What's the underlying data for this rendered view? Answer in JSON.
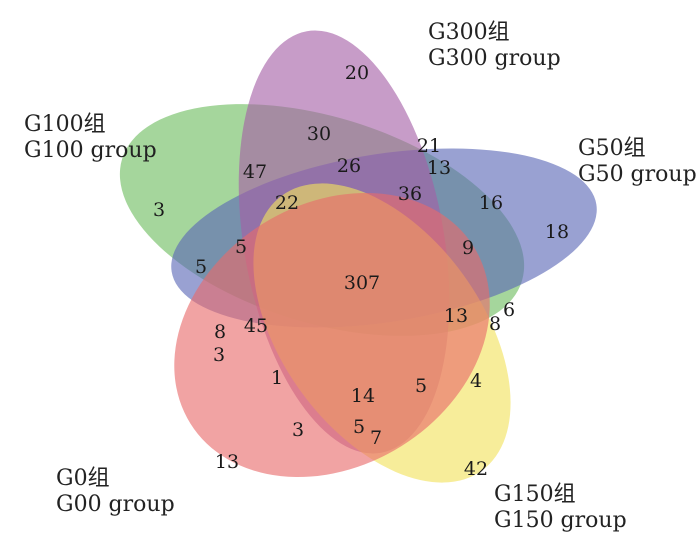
{
  "sets": [
    {
      "id": "G300",
      "title_cn": "G300组",
      "title_en": "G300 group",
      "color": "#A55FA6"
    },
    {
      "id": "G50",
      "title_cn": "G50组",
      "title_en": "G50 group",
      "color": "#5A67B6"
    },
    {
      "id": "G150",
      "title_cn": "G150组",
      "title_en": "G150 group",
      "color": "#F2E25C"
    },
    {
      "id": "G0",
      "title_cn": "G0组",
      "title_en": "G00 group",
      "color": "#E86A6A"
    },
    {
      "id": "G100",
      "title_cn": "G100组",
      "title_en": "G100 group",
      "color": "#6EBD5F"
    }
  ],
  "regions": [
    {
      "value": "20"
    },
    {
      "value": "30"
    },
    {
      "value": "21"
    },
    {
      "value": "13"
    },
    {
      "value": "26"
    },
    {
      "value": "47"
    },
    {
      "value": "36"
    },
    {
      "value": "16"
    },
    {
      "value": "18"
    },
    {
      "value": "3"
    },
    {
      "value": "22"
    },
    {
      "value": "5"
    },
    {
      "value": "5"
    },
    {
      "value": "9"
    },
    {
      "value": "307"
    },
    {
      "value": "6"
    },
    {
      "value": "13"
    },
    {
      "value": "8"
    },
    {
      "value": "8"
    },
    {
      "value": "45"
    },
    {
      "value": "3"
    },
    {
      "value": "4"
    },
    {
      "value": "1"
    },
    {
      "value": "5"
    },
    {
      "value": "14"
    },
    {
      "value": "3"
    },
    {
      "value": "5"
    },
    {
      "value": "7"
    },
    {
      "value": "13"
    },
    {
      "value": "42"
    }
  ]
}
